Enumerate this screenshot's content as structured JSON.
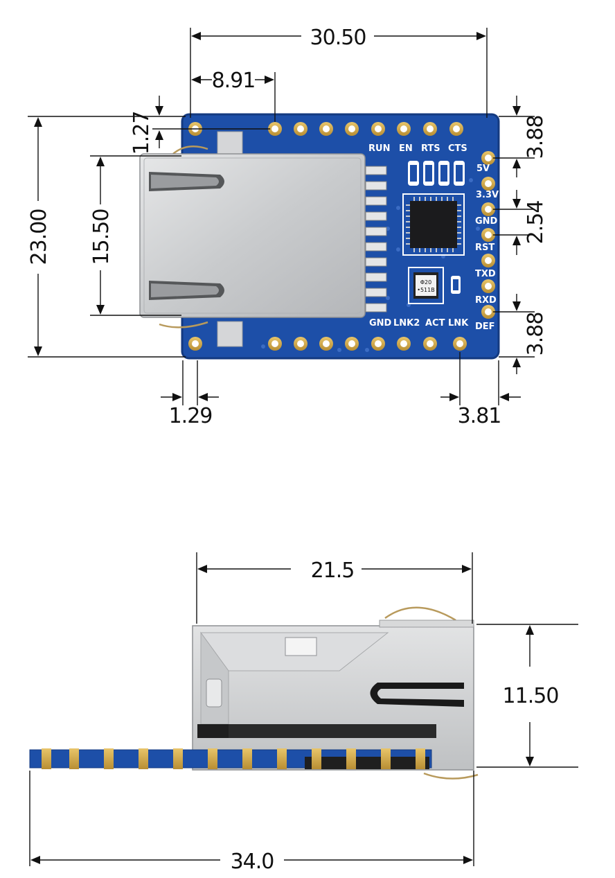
{
  "top_view": {
    "dimensions": {
      "overall_width": "30.50",
      "first_pin_offset": "8.91",
      "overall_height": "23.00",
      "jack_height": "15.50",
      "top_pin_row_offset": "1.27",
      "side_pin_top_offset": "3.88",
      "pin_pitch": "2.54",
      "side_pin_bottom_offset": "3.88",
      "left_edge_offset": "1.29",
      "right_pin_offset": "3.81"
    },
    "top_labels": [
      "RUN",
      "EN",
      "RTS",
      "CTS"
    ],
    "side_labels": [
      "5V",
      "3.3V",
      "GND",
      "RST",
      "TXD",
      "RXD",
      "DEF"
    ],
    "bottom_labels": [
      "GND",
      "LNK2",
      "ACT",
      "LNK"
    ],
    "crystal_marking": [
      "Φ20",
      "•511B"
    ]
  },
  "side_view": {
    "dimensions": {
      "jack_length": "21.5",
      "height": "11.50",
      "overall_length": "34.0"
    }
  },
  "colors": {
    "pcb_blue": "#1d4fa8",
    "pcb_dark": "#143a80",
    "gold_pad": "#d8b255",
    "metal_shield": "#cfd1d3",
    "silkscreen": "#ffffff",
    "dimension_line": "#111111"
  }
}
